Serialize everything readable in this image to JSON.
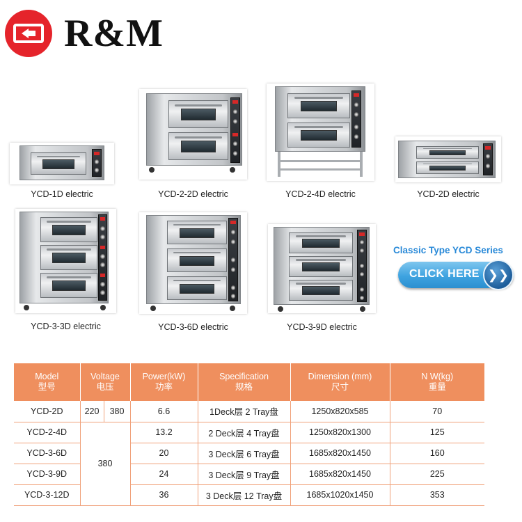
{
  "brand": {
    "name": "R&M",
    "logo_color": "#e5242b",
    "logo_icon": "rm-logo-icon"
  },
  "products": [
    {
      "id": "ycd-1d",
      "caption": "YCD-1D electric",
      "decks": 1
    },
    {
      "id": "ycd-2-2d",
      "caption": "YCD-2-2D electric",
      "decks": 2
    },
    {
      "id": "ycd-2-4d",
      "caption": "YCD-2-4D electric",
      "decks": 2
    },
    {
      "id": "ycd-2d",
      "caption": "YCD-2D electric",
      "decks": 1
    },
    {
      "id": "ycd-3-3d",
      "caption": "YCD-3-3D electric",
      "decks": 3
    },
    {
      "id": "ycd-3-6d",
      "caption": "YCD-3-6D electric",
      "decks": 3
    },
    {
      "id": "ycd-3-9d",
      "caption": "YCD-3-9D electric",
      "decks": 3
    }
  ],
  "cta": {
    "title": "Classic Type YCD Series",
    "button_label": "CLICK HERE",
    "arrow_icon": "double-chevron-right-icon",
    "color": "#3ea3e0"
  },
  "spec_table": {
    "header_color": "#ef8f5e",
    "headers": [
      {
        "en": "Model",
        "zh": "型号"
      },
      {
        "en": "Voltage",
        "zh": "电压"
      },
      {
        "en": "Power(kW)",
        "zh": "功率"
      },
      {
        "en": "Specification",
        "zh": "规格"
      },
      {
        "en": "Dimension (mm)",
        "zh": "尺寸"
      },
      {
        "en": "N W(kg)",
        "zh": "重量"
      }
    ],
    "voltage_220": "220",
    "voltage_380": "380",
    "voltage_merged": "380",
    "rows": [
      {
        "model": "YCD-2D",
        "power": "6.6",
        "spec": "1Deck层 2 Tray盘",
        "dimension": "1250x820x585",
        "weight": "70"
      },
      {
        "model": "YCD-2-4D",
        "power": "13.2",
        "spec": "2 Deck层 4 Tray盘",
        "dimension": "1250x820x1300",
        "weight": "125"
      },
      {
        "model": "YCD-3-6D",
        "power": "20",
        "spec": "3 Deck层 6 Tray盘",
        "dimension": "1685x820x1450",
        "weight": "160"
      },
      {
        "model": "YCD-3-9D",
        "power": "24",
        "spec": "3 Deck层 9 Tray盘",
        "dimension": "1685x820x1450",
        "weight": "225"
      },
      {
        "model": "YCD-3-12D",
        "power": "36",
        "spec": "3 Deck层 12 Tray盘",
        "dimension": "1685x1020x1450",
        "weight": "353"
      }
    ]
  }
}
